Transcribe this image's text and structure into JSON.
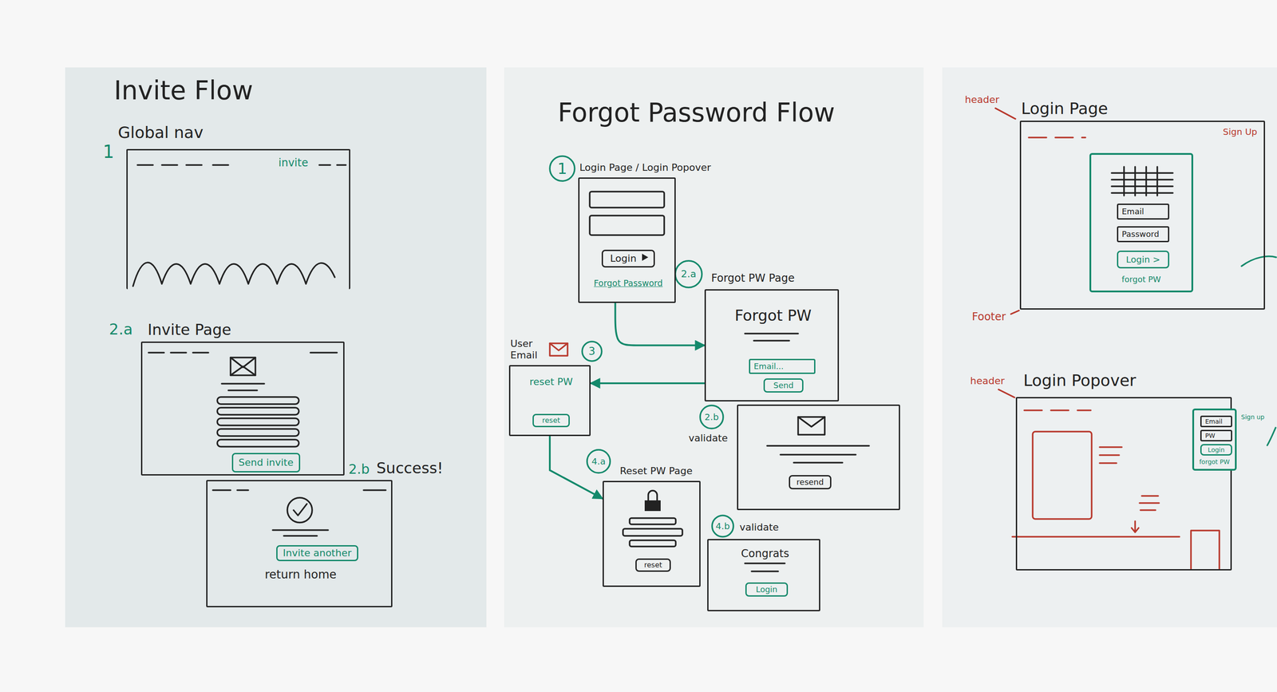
{
  "diagram": {
    "nodes": [
      {
        "text": [
          "Invite Flow"
        ]
      },
      {
        "text": [
          "Global nav",
          "invite"
        ],
        "in": 0
      },
      {
        "text": [
          "Invite Page"
        ],
        "in": 0
      },
      {
        "text": [
          "Send invite"
        ],
        "in": 2
      },
      {
        "text": [
          "Success!",
          "return home"
        ],
        "in": 0
      },
      {
        "text": [
          "Invite another"
        ],
        "in": 4
      },
      {
        "text": [
          "Forgot Password Flow"
        ]
      },
      {
        "text": [
          "Login Page / Login Popover",
          "Forgot Password"
        ],
        "in": 6
      },
      {
        "text": [
          "Login"
        ],
        "in": 7
      },
      {
        "text": [
          "Forgot PW Page",
          "Forgot PW"
        ],
        "in": 6
      },
      {
        "text": [
          "Email..."
        ],
        "in": 9
      },
      {
        "text": [
          "Send"
        ],
        "in": 9
      },
      {
        "text": [
          "validate"
        ],
        "in": 6
      },
      {
        "text": [
          "resend"
        ],
        "in": 12
      },
      {
        "text": [
          "User Email",
          "reset PW"
        ],
        "in": 6
      },
      {
        "text": [
          "reset"
        ],
        "in": 14
      },
      {
        "text": [
          "Reset PW Page"
        ],
        "in": 6
      },
      {
        "text": [
          "reset"
        ],
        "in": 16
      },
      {
        "text": [
          "validate",
          "Congrats"
        ],
        "in": 6
      },
      {
        "text": [
          "Login"
        ],
        "in": 18
      },
      {
        "text": [
          "Login Page",
          "Sign Up"
        ]
      },
      {
        "text": [
          "forgot PW"
        ],
        "in": 20
      },
      {
        "text": [
          "Email"
        ],
        "in": 21
      },
      {
        "text": [
          "Password"
        ],
        "in": 21
      },
      {
        "text": [
          "Login >"
        ],
        "in": 21
      },
      {
        "text": [
          "Login Popover",
          "Sign up"
        ]
      },
      {
        "text": [
          "forgot PW"
        ],
        "in": 25
      },
      {
        "text": [
          "Email"
        ],
        "in": 26
      },
      {
        "text": [
          "PW"
        ],
        "in": 26
      },
      {
        "text": [
          "Login"
        ],
        "in": 26
      }
    ],
    "edges": [
      {
        "from": 7,
        "to": 9,
        "arrow": "to"
      },
      {
        "from": 9,
        "to": 14,
        "arrow": "to"
      },
      {
        "from": 14,
        "to": 16,
        "arrow": "to"
      }
    ],
    "labels": [
      "1",
      "2.a",
      "2.b",
      "1",
      "2.a",
      "2.b",
      "3",
      "4.a",
      "4.b",
      "header",
      "Footer",
      "header"
    ]
  }
}
